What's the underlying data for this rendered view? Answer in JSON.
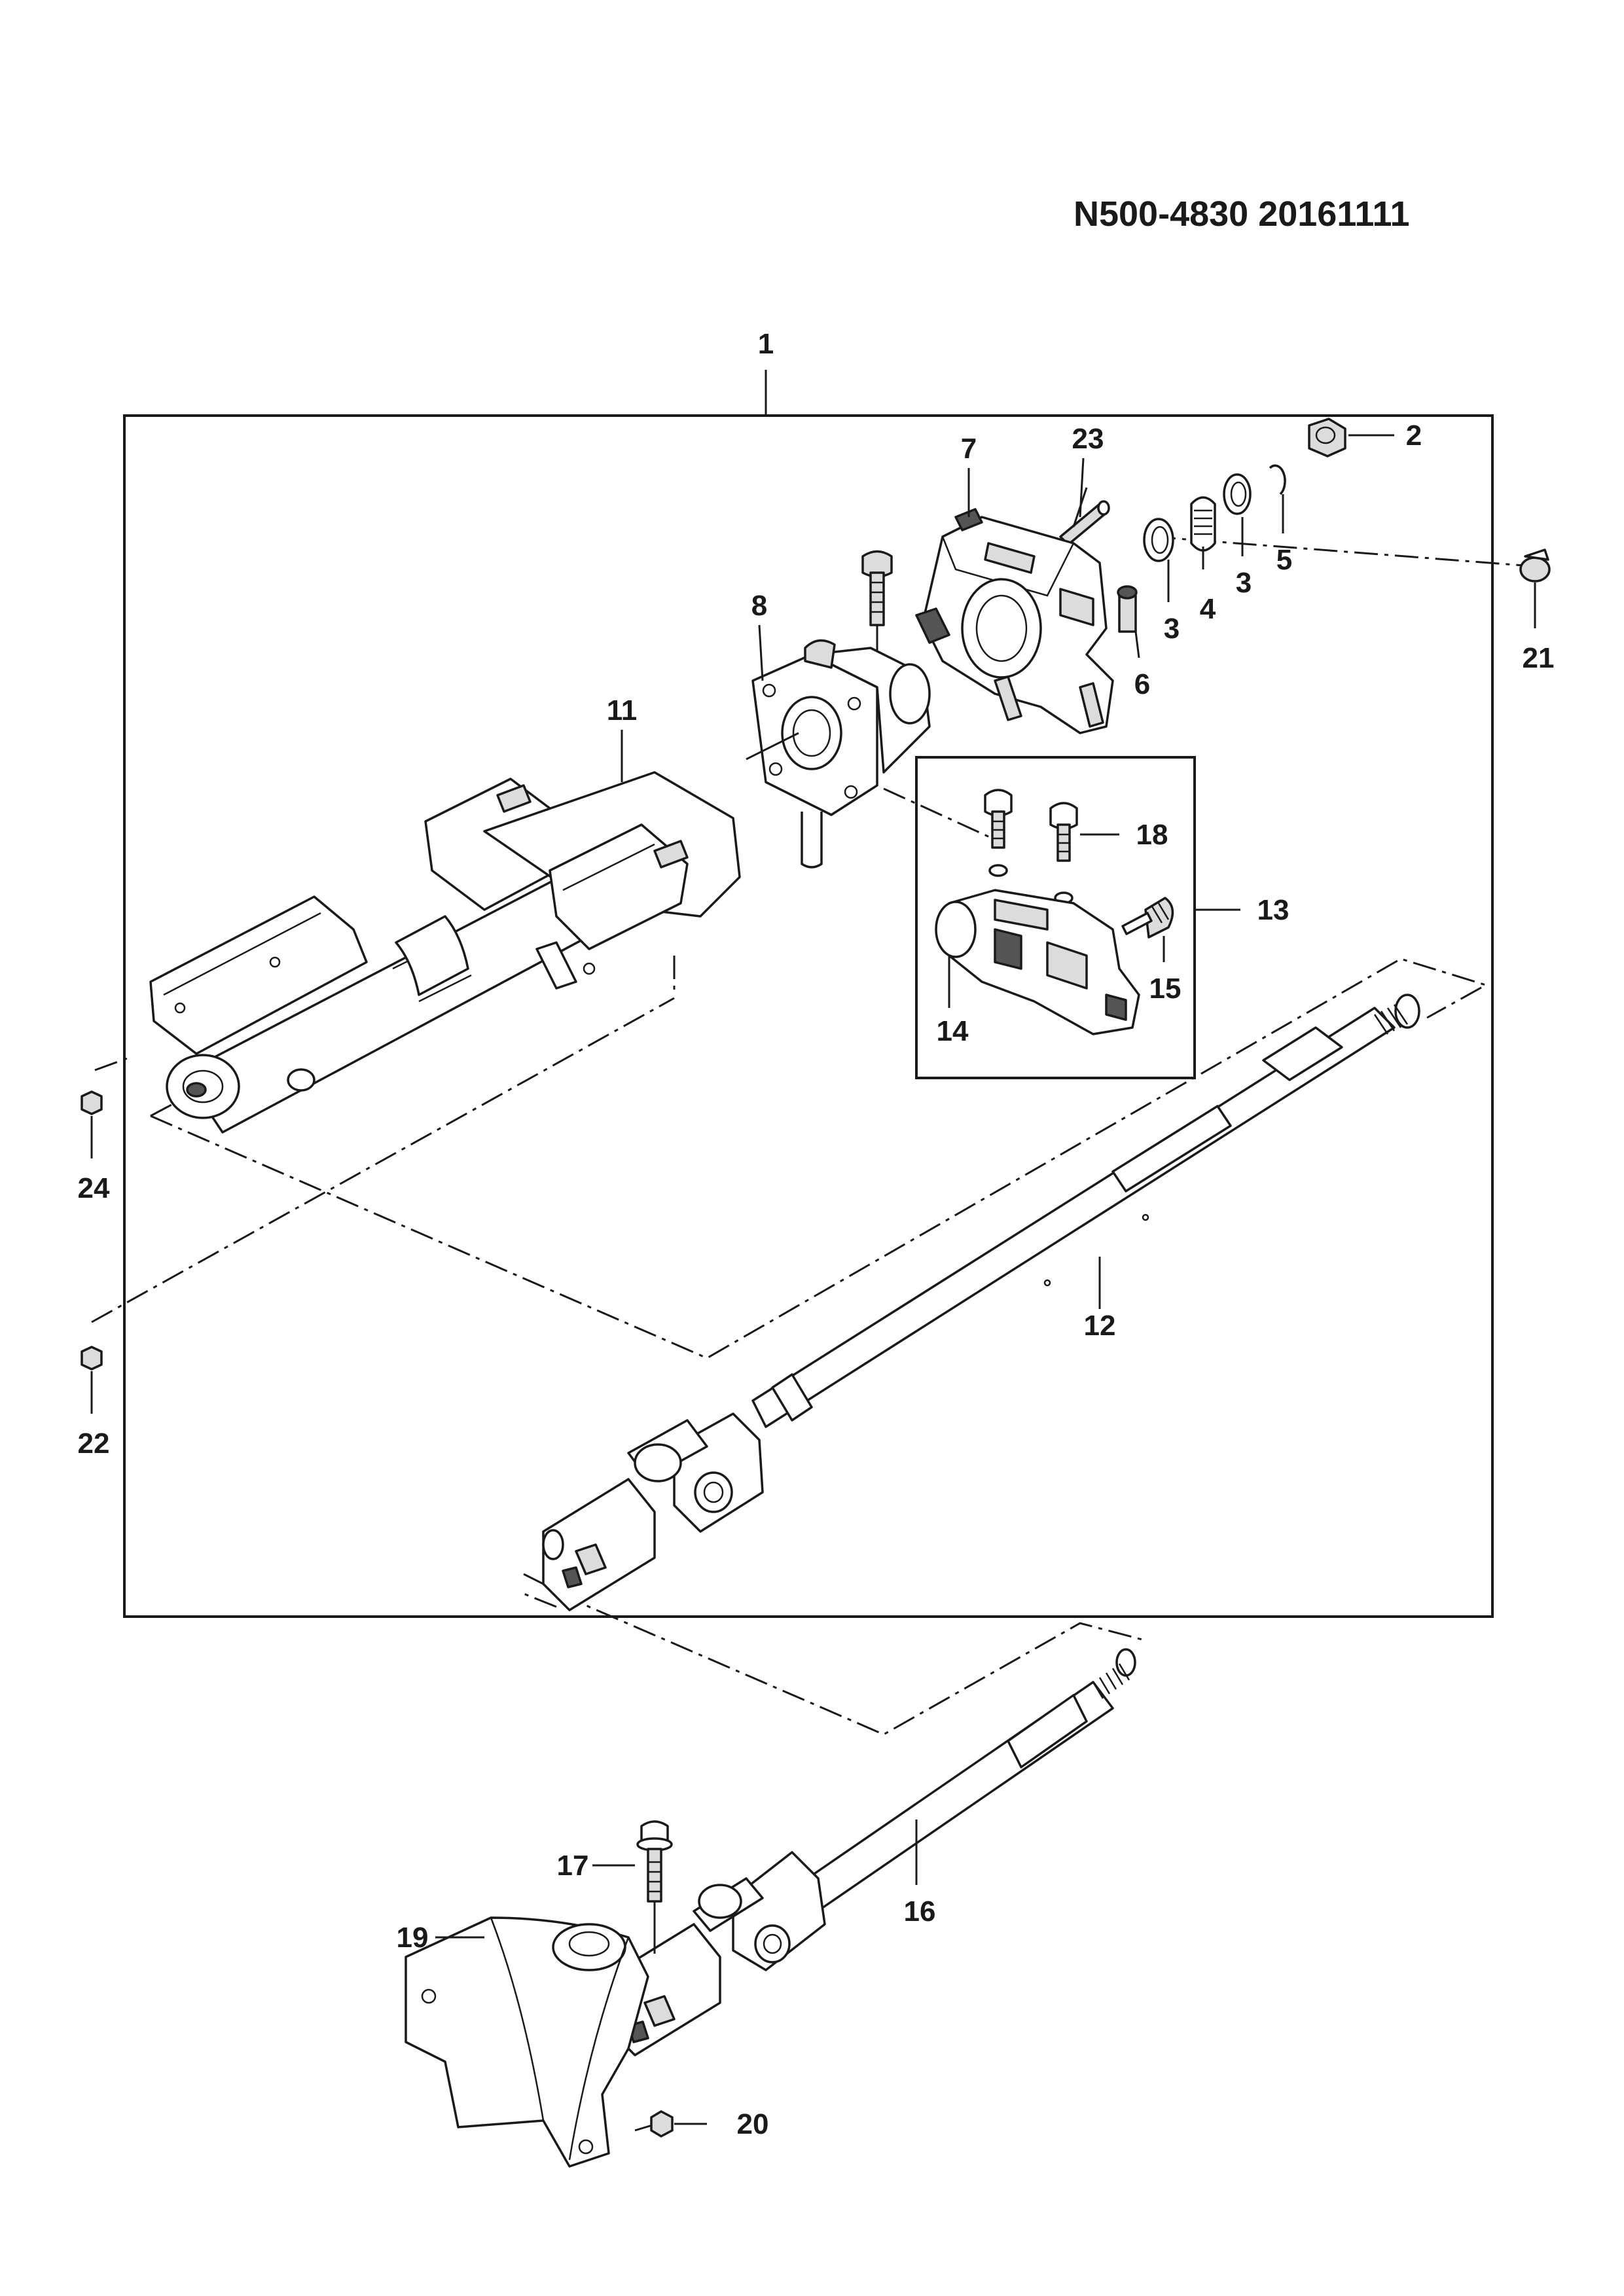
{
  "title": "N500-4830 20161111",
  "callouts": {
    "c1": "1",
    "c2": "2",
    "c3a": "3",
    "c3b": "3",
    "c4": "4",
    "c5": "5",
    "c6": "6",
    "c7": "7",
    "c8": "8",
    "c11": "11",
    "c12": "12",
    "c13": "13",
    "c14": "14",
    "c15": "15",
    "c16": "16",
    "c17": "17",
    "c18": "18",
    "c19": "19",
    "c20": "20",
    "c21": "21",
    "c22": "22",
    "c23": "23",
    "c24": "24"
  }
}
